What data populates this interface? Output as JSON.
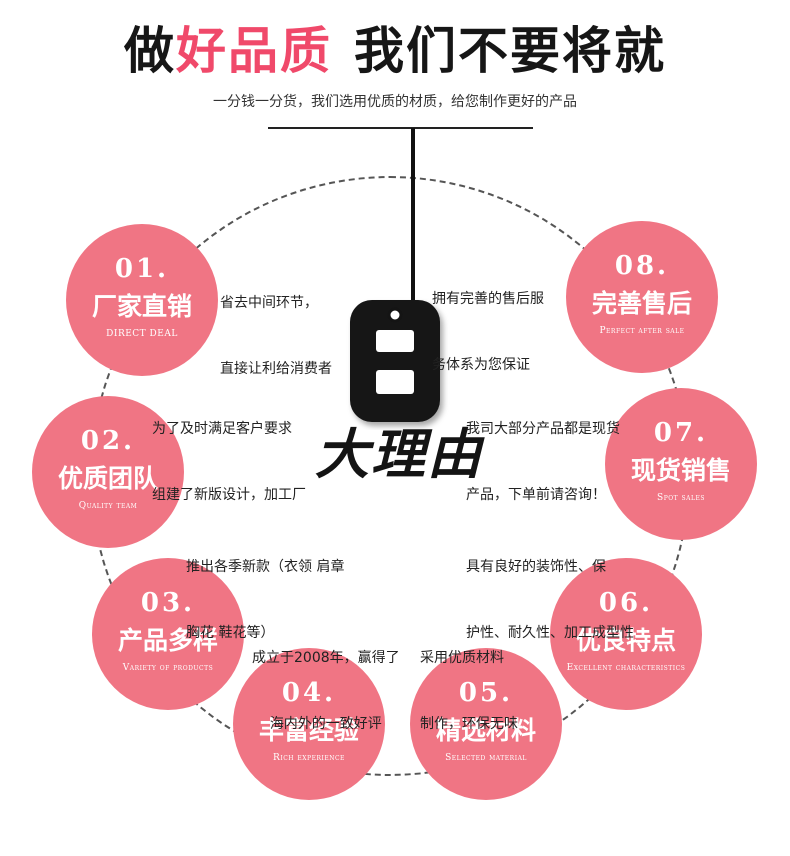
{
  "header": {
    "title_part1": "做",
    "title_highlight": "好品质",
    "title_part2": "我们不要将就",
    "subtitle": "一分钱一分货，我们选用优质的材质，给您制作更好的产品"
  },
  "center": {
    "big_number": "8",
    "label": "大理由"
  },
  "colors": {
    "accent_pink": "#f0496a",
    "circle_pink": "#f07584",
    "dark": "#161616"
  },
  "reasons": [
    {
      "number": "01.",
      "title": "厂家直销",
      "english": "DIRECT DEAL",
      "desc_line1": "省去中间环节，",
      "desc_line2": "直接让利给消费者"
    },
    {
      "number": "02.",
      "title": "优质团队",
      "english": "Quality team",
      "desc_line1": "为了及时满足客户要求",
      "desc_line2": "组建了新版设计，加工厂"
    },
    {
      "number": "03.",
      "title": "产品多样",
      "english": "Variety of products",
      "desc_line1": "推出各季新款（衣领 肩章",
      "desc_line2": "胸花 鞋花等）"
    },
    {
      "number": "04.",
      "title": "丰富经验",
      "english": "Rich experience",
      "desc_line1": "成立于2008年，赢得了",
      "desc_line2": "海内外的一致好评"
    },
    {
      "number": "05.",
      "title": "精选材料",
      "english": "Selected material",
      "desc_line1": "采用优质材料",
      "desc_line2": "制作，环保无味"
    },
    {
      "number": "06.",
      "title": "优良特点",
      "english": "Excellent characteristics",
      "desc_line1": "具有良好的装饰性、保",
      "desc_line2": "护性、耐久性、加工成型性"
    },
    {
      "number": "07.",
      "title": "现货销售",
      "english": "Spot sales",
      "desc_line1": "我司大部分产品都是现货",
      "desc_line2": "产品，下单前请咨询！"
    },
    {
      "number": "08.",
      "title": "完善售后",
      "english": "Perfect after sale",
      "desc_line1": "拥有完善的售后服",
      "desc_line2": "务体系为您保证"
    }
  ]
}
